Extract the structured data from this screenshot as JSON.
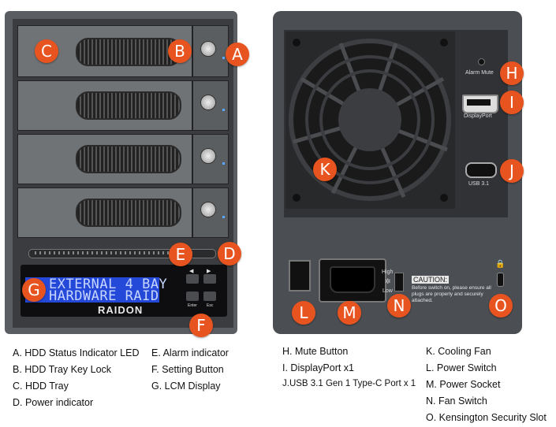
{
  "brand": "RAIDON",
  "lcd": {
    "line1": "EXTERNAL 4 BAY",
    "line2": "HARDWARE RAID"
  },
  "buttons": {
    "left": "◀",
    "right": "▶",
    "enter": "Enter",
    "esc": "Esc"
  },
  "rear_labels": {
    "alarm_mute": "Alarm Mute",
    "displayport": "DisplayPort",
    "usb": "USB 3.1",
    "fan_high": "High",
    "fan_low": "Low",
    "caution_title": "CAUTION:",
    "caution_text": "Before switch on, please ensure all plugs are properly and securely attached."
  },
  "callouts": {
    "A": "A",
    "B": "B",
    "C": "C",
    "D": "D",
    "E": "E",
    "F": "F",
    "G": "G",
    "H": "H",
    "I": "I",
    "J": "J",
    "K": "K",
    "L": "L",
    "M": "M",
    "N": "N",
    "O": "O"
  },
  "legend": {
    "col1": [
      "A. HDD Status Indicator LED",
      "B. HDD Tray Key Lock",
      "C. HDD Tray",
      "D. Power indicator"
    ],
    "col2": [
      "E. Alarm indicator",
      "F. Setting Button",
      "G. LCM Display"
    ],
    "col3": [
      "H. Mute Button",
      "I. DisplayPort x1",
      "J.USB 3.1 Gen 1 Type-C Port x 1"
    ],
    "col4": [
      "K. Cooling Fan",
      "L. Power Switch",
      "M. Power Socket",
      "N. Fan Switch",
      "O. Kensington Security Slot"
    ]
  }
}
